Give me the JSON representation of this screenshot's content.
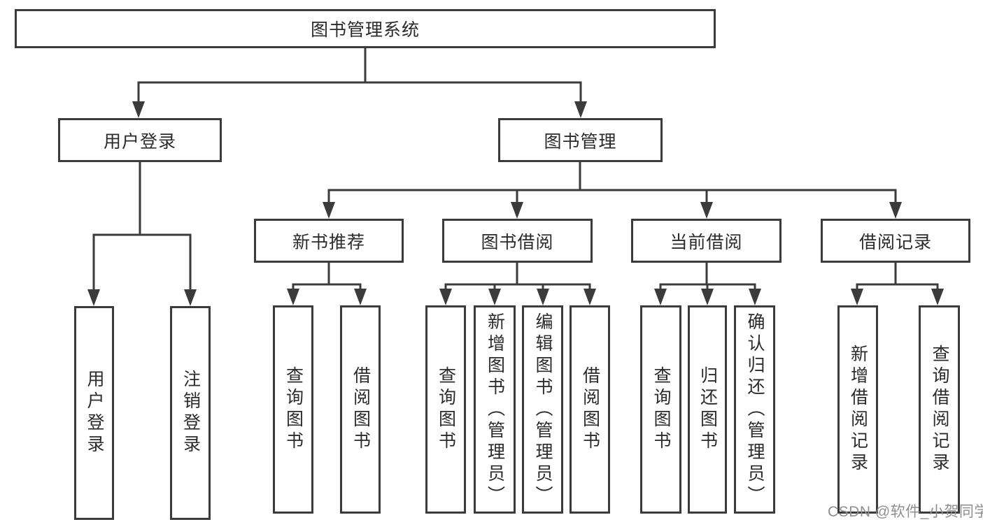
{
  "diagram": {
    "root": {
      "label": "图书管理系统"
    },
    "branches": [
      {
        "label": "用户登录",
        "children": [
          {
            "label": "用户登录"
          },
          {
            "label": "注销登录"
          }
        ]
      },
      {
        "label": "图书管理",
        "children": [
          {
            "label": "新书推荐",
            "children": [
              {
                "label": "查询图书"
              },
              {
                "label": "借阅图书"
              }
            ]
          },
          {
            "label": "图书借阅",
            "children": [
              {
                "label": "查询图书"
              },
              {
                "label": "新增图书（管理员）"
              },
              {
                "label": "编辑图书（管理员）"
              },
              {
                "label": "借阅图书"
              }
            ]
          },
          {
            "label": "当前借阅",
            "children": [
              {
                "label": "查询图书"
              },
              {
                "label": "归还图书"
              },
              {
                "label": "确认归还（管理员）"
              }
            ]
          },
          {
            "label": "借阅记录",
            "children": [
              {
                "label": "新增借阅记录"
              },
              {
                "label": "查询借阅记录"
              }
            ]
          }
        ]
      }
    ]
  },
  "watermark": {
    "text": "CSDN @软件_小贺同学"
  },
  "colors": {
    "line": "#3b3b3b",
    "box_border": "#3b3b3b",
    "text": "#2b2b2b",
    "watermark": "#8f8f8f",
    "background": "#ffffff"
  }
}
